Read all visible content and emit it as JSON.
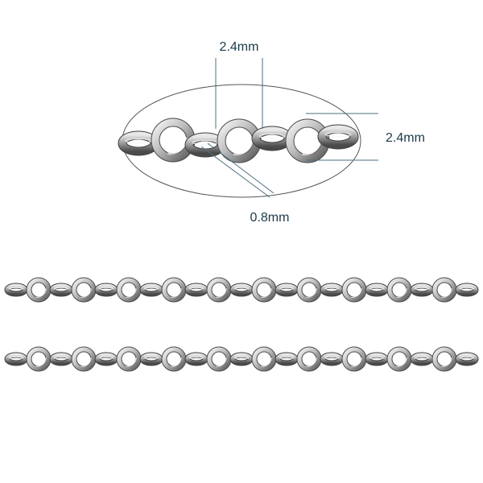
{
  "dimensions": {
    "link_width": "2.4mm",
    "link_height": "2.4mm",
    "wire_thickness": "0.8mm"
  },
  "colors": {
    "metal_light": "#f2f2f2",
    "metal_mid": "#b9b9b9",
    "metal_dark": "#5f5f5f",
    "dimension_line": "#4d6f80",
    "label_text": "#1b3a4b",
    "ellipse_outline": "#555555"
  }
}
